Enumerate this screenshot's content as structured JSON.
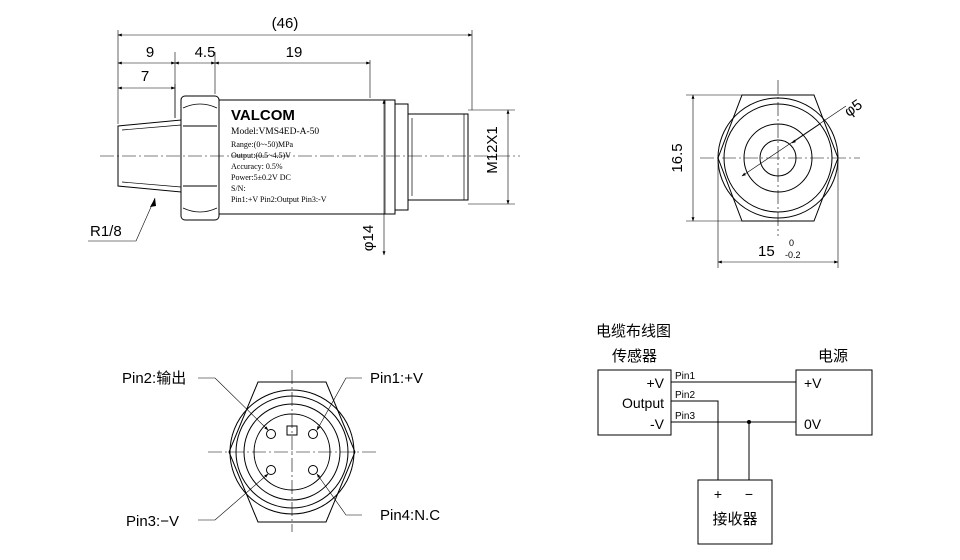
{
  "side_view": {
    "dim_total": "(46)",
    "dim_a": "9",
    "dim_b": "4.5",
    "dim_c": "19",
    "dim_d": "7",
    "thread_label": "R1/8",
    "thread_m": "M12X1",
    "dia_label": "φ14",
    "label": {
      "brand": "VALCOM",
      "model": "Model:VMS4ED-A-50",
      "range": "Range:(0~-50)MPa",
      "output": "Output:(0.5~4.5)V",
      "accuracy": "Accuracy: 0.5%",
      "power": "Power:5±0.2V DC",
      "sn": "S/N:",
      "pins": "Pin1:+V  Pin2:Output  Pin3:-V"
    }
  },
  "end_view": {
    "height_label": "16.5",
    "dia_label": "φ5",
    "width_label": "15",
    "tol_upper": "0",
    "tol_lower": "-0.2"
  },
  "pin_view": {
    "pin1": "Pin1:+V",
    "pin2": "Pin2:输出",
    "pin3": "Pin3:−V",
    "pin4": "Pin4:N.C"
  },
  "wiring": {
    "title": "电缆布线图",
    "sensor_title": "传感器",
    "power_title": "电源",
    "sensor_plus": "+V",
    "sensor_output": "Output",
    "sensor_minus": "-V",
    "wire_pin1": "Pin1",
    "wire_pin2": "Pin2",
    "wire_pin3": "Pin3",
    "power_plus": "+V",
    "power_zero": "0V",
    "receiver_plus": "+",
    "receiver_minus": "−",
    "receiver_title": "接收器"
  }
}
